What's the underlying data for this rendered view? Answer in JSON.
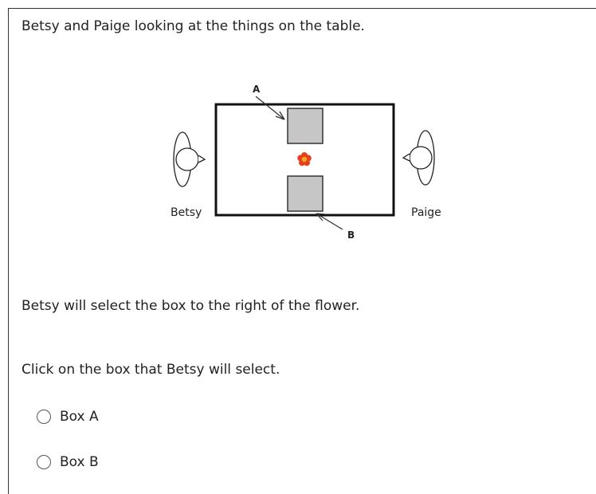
{
  "intro_text": "Betsy and Paige looking at the things on the table.",
  "scene": {
    "label_a": "A",
    "label_b": "B",
    "left_person": "Betsy",
    "right_person": "Paige",
    "box_color": "#c6c6c6",
    "flower_petal_color": "#e8401c",
    "flower_center_color": "#f5a623"
  },
  "statement": "Betsy will select the box to the right of the flower.",
  "question": "Click on the box that Betsy will select.",
  "options": [
    {
      "label": "Box A"
    },
    {
      "label": "Box B"
    }
  ]
}
